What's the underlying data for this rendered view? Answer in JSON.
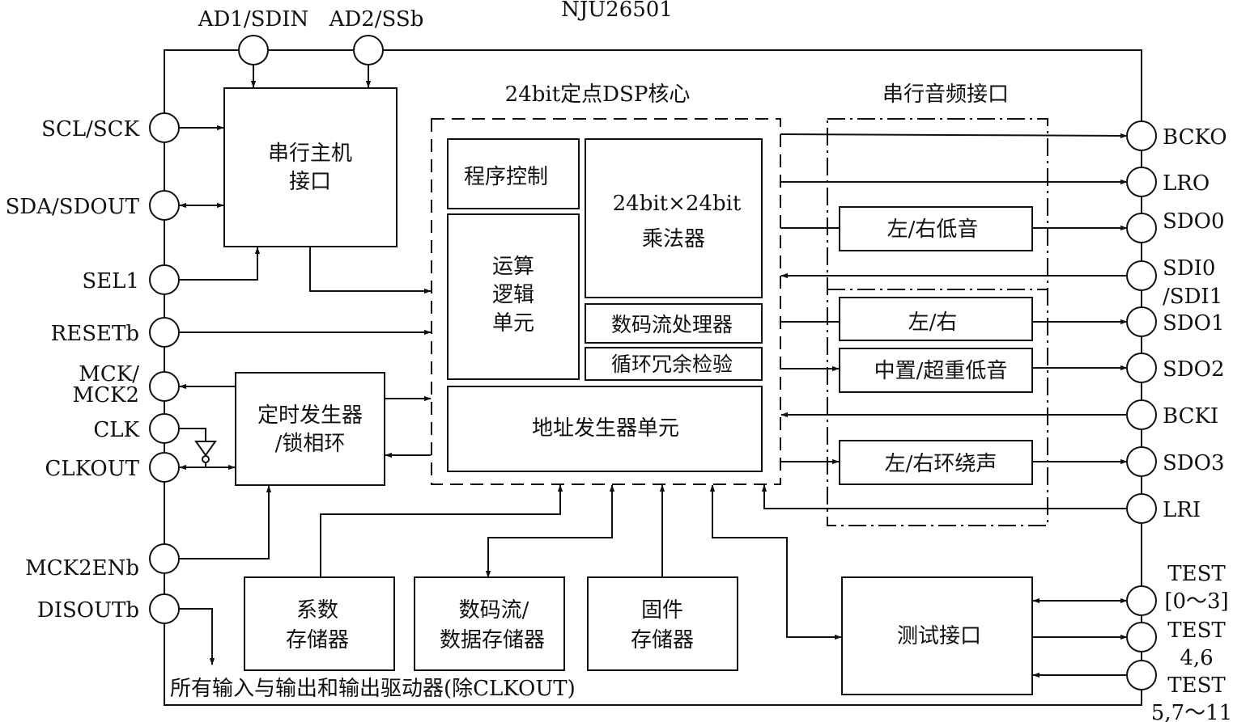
{
  "chip_title": "NJU26501",
  "top_pins": [
    "AD1/SDIN",
    "AD2/SSb"
  ],
  "left_pins": [
    "SCL/SCK",
    "SDA/SDOUT",
    "SEL1",
    "RESETb",
    "MCK/",
    "MCK2",
    "CLK",
    "CLKOUT",
    "MCK2ENb",
    "DISOUTb"
  ],
  "right_pins": [
    "BCKO",
    "LRO",
    "SDO0",
    "SDI0",
    "/SDI1",
    "SDO1",
    "SDO2",
    "BCKI",
    "SDO3",
    "LRI",
    "TEST",
    "[0～3]",
    "TEST",
    "4,6",
    "TEST",
    "5,7～11"
  ],
  "dsp_core": {
    "title": "24bit定点DSP核心",
    "program_control": "程序控制",
    "multiplier": [
      "24bit×24bit",
      "乘法器"
    ],
    "alu": [
      "运算",
      "逻辑",
      "单元"
    ],
    "bitstream_processor": "数码流处理器",
    "crc": "循环冗余检验",
    "address_generator": "地址发生器单元"
  },
  "serial_host": [
    "串行主机",
    "接口"
  ],
  "timing": [
    "定时发生器",
    "/锁相环"
  ],
  "serial_audio": {
    "title": "串行音频接口",
    "channels": [
      "左/右低音",
      "左/右",
      "中置/超重低音",
      "左/右环绕声"
    ]
  },
  "memories": {
    "coefficient": [
      "系数",
      "存储器"
    ],
    "bitstream_data": [
      "数码流/",
      "数据存储器"
    ],
    "firmware": [
      "固件",
      "存储器"
    ]
  },
  "test_interface": "测试接口",
  "footer_note": "所有输入与输出和输出驱动器(除CLKOUT)"
}
